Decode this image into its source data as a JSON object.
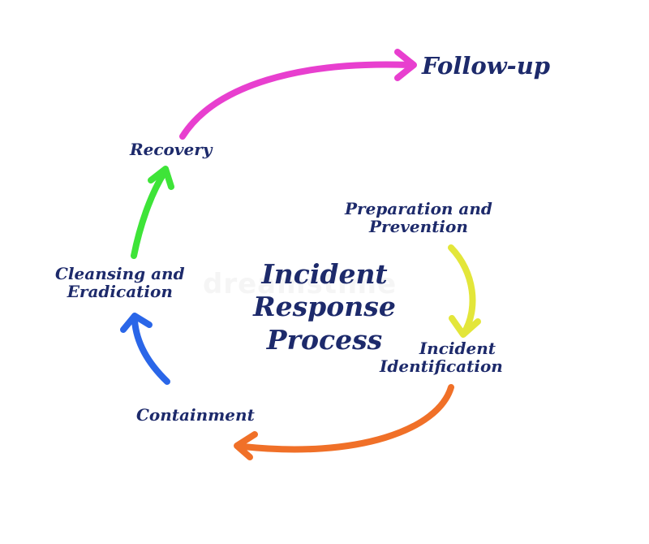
{
  "diagram": {
    "title_lines": [
      "Incident",
      "Response",
      "Process"
    ],
    "watermark": "dreamstime",
    "stages": {
      "follow_up": [
        "Follow-up"
      ],
      "recovery": [
        "Recovery"
      ],
      "cleansing": [
        "Cleansing and",
        "Eradication"
      ],
      "containment": [
        "Containment"
      ],
      "identification": [
        "Incident",
        "Identification"
      ],
      "preparation": [
        "Preparation and",
        "Prevention"
      ]
    },
    "arrows": [
      {
        "name": "arrow-preparation-to-identification",
        "color": "#e3e63a"
      },
      {
        "name": "arrow-identification-to-containment",
        "color": "#f07028"
      },
      {
        "name": "arrow-containment-to-cleansing",
        "color": "#2a66e8"
      },
      {
        "name": "arrow-cleansing-to-recovery",
        "color": "#3ee438"
      },
      {
        "name": "arrow-recovery-to-followup",
        "color": "#e83fcf"
      }
    ],
    "text_color": "#1d2a6b"
  }
}
